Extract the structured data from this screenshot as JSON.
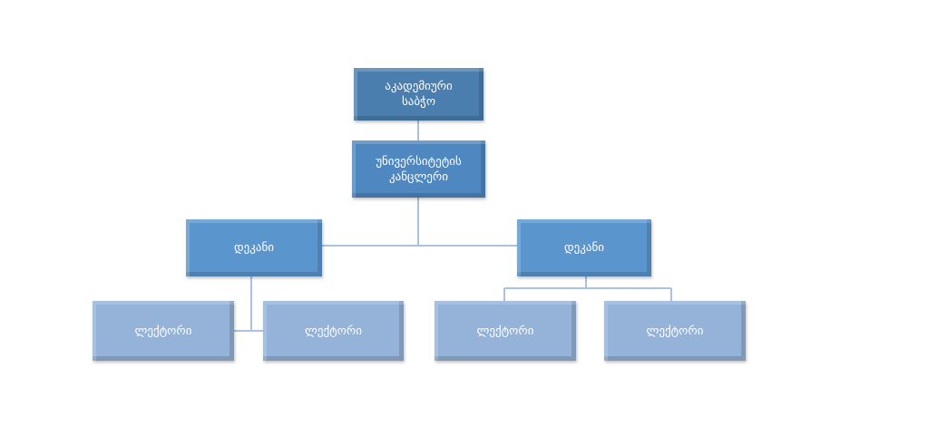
{
  "diagram": {
    "type": "org-chart",
    "colors": {
      "level1": "#4a7eae",
      "level2": "#4f88c0",
      "level3": "#5b95cd",
      "level4": "#95b3d8",
      "connector": "#a9c3df"
    },
    "nodes": {
      "council": {
        "line1": "აკადემიური",
        "line2": "საბჭო"
      },
      "chancellor": {
        "line1": "უნივერსიტეტის",
        "line2": "კანცლერი"
      },
      "dean_left": {
        "label": "დეკანი"
      },
      "dean_right": {
        "label": "დეკანი"
      },
      "lecturers": [
        {
          "label": "ლექტორი"
        },
        {
          "label": "ლექტორი"
        },
        {
          "label": "ლექტორი"
        },
        {
          "label": "ლექტორი"
        }
      ]
    }
  }
}
